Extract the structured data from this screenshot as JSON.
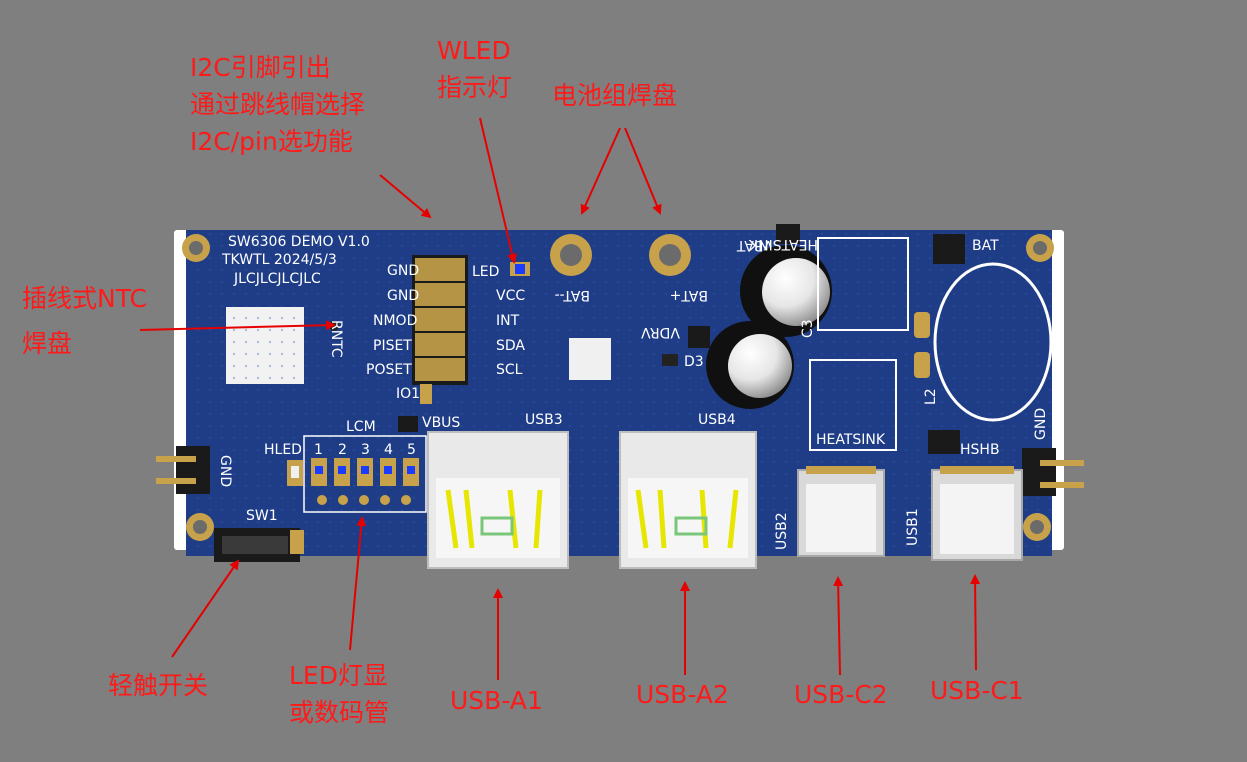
{
  "annotations": {
    "i2c": [
      "I2C引脚引出",
      "通过跳线帽选择",
      "I2C/pin选功能"
    ],
    "wled": [
      "WLED",
      "指示灯"
    ],
    "battery": "电池组焊盘",
    "ntc": [
      "插线式NTC",
      "焊盘"
    ],
    "switch": "轻触开关",
    "led_display": [
      "LED灯显",
      "或数码管"
    ],
    "usb_a1": "USB-A1",
    "usb_a2": "USB-A2",
    "usb_c2": "USB-C2",
    "usb_c1": "USB-C1"
  },
  "board": {
    "title": "SW6306 DEMO V1.0",
    "author_date": "TKWTL 2024/5/3",
    "jlc": "JLCJLCJLCJLC",
    "pins_left": [
      "GND",
      "GND",
      "NMOD",
      "PISET",
      "POSET",
      "IO1"
    ],
    "pins_right": [
      "VCC",
      "INT",
      "SDA",
      "SCL"
    ],
    "led_label": "LED",
    "bat_minus": "BAT--",
    "bat_plus": "BAT+",
    "vbat": "VBAT",
    "heatsink_top": "HEATSINK",
    "heatsink_bottom": "HEATSINK",
    "bat_label": "BAT",
    "c3": "C3",
    "vdrv": "VDRV",
    "d3": "D3",
    "l2": "L2",
    "gnd_right": "GND",
    "gnd_left": "GND",
    "hshb": "HSHB",
    "hled": "HLED",
    "lcm": "LCM",
    "vbus": "VBUS",
    "usb3": "USB3",
    "usb4": "USB4",
    "usb2": "USB2",
    "usb1": "USB1",
    "sw1": "SW1",
    "ntc_label": "RNTC",
    "led_numbers": [
      "1",
      "2",
      "3",
      "4",
      "5"
    ]
  },
  "colors": {
    "background": "#7f7f7f",
    "pcb": "#1f3d86",
    "annotation": "#ff1a1a",
    "gold": "#c8a24a"
  }
}
